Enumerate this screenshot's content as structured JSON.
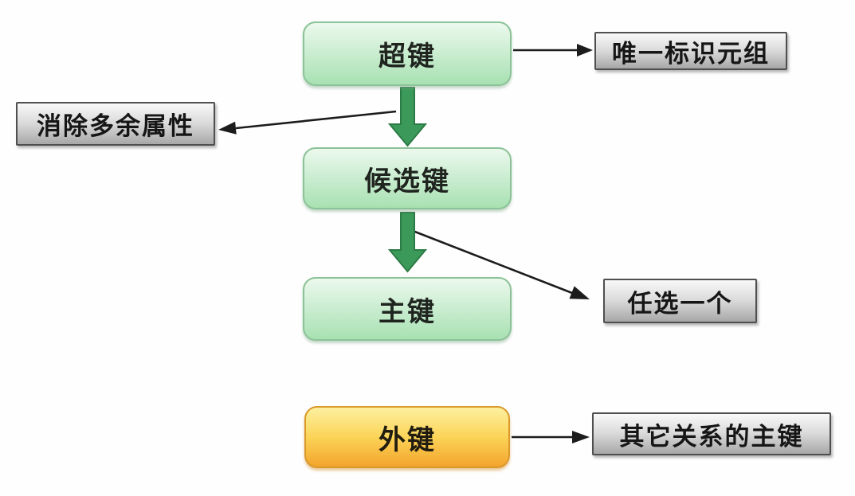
{
  "diagram": {
    "nodes": {
      "super_key": "超键",
      "candidate_key": "候选键",
      "primary_key": "主键",
      "foreign_key": "外键",
      "unique_identify_tuple": "唯一标识元组",
      "eliminate_redundant_attributes": "消除多余属性",
      "choose_any_one": "任选一个",
      "other_relation_primary_key": "其它关系的主键"
    },
    "edges": [
      {
        "from": "超键",
        "to": "唯一标识元组",
        "style": "thin-black-arrow"
      },
      {
        "from": "超键",
        "to": "候选键",
        "style": "thick-green-arrow"
      },
      {
        "from": "超键→候选键 连线",
        "to": "消除多余属性",
        "style": "thin-black-arrow"
      },
      {
        "from": "候选键",
        "to": "主键",
        "style": "thick-green-arrow"
      },
      {
        "from": "候选键→主键 连线",
        "to": "任选一个",
        "style": "thin-black-arrow"
      },
      {
        "from": "外键",
        "to": "其它关系的主键",
        "style": "thin-black-arrow"
      }
    ],
    "colors": {
      "green_node_top": "#ecf9ed",
      "green_node_bottom": "#a8e1b2",
      "green_node_border": "#8cc297",
      "orange_node_top": "#fdf0a0",
      "orange_node_bottom": "#f3a42c",
      "orange_node_border": "#d9992b",
      "gray_node_top": "#f9f9f9",
      "gray_node_bottom": "#a7a7a7",
      "gray_node_border": "#4f4f4f",
      "block_arrow_fill": "#3b9a59",
      "thin_arrow": "#1c1c1c",
      "background": "#ffffff"
    }
  }
}
